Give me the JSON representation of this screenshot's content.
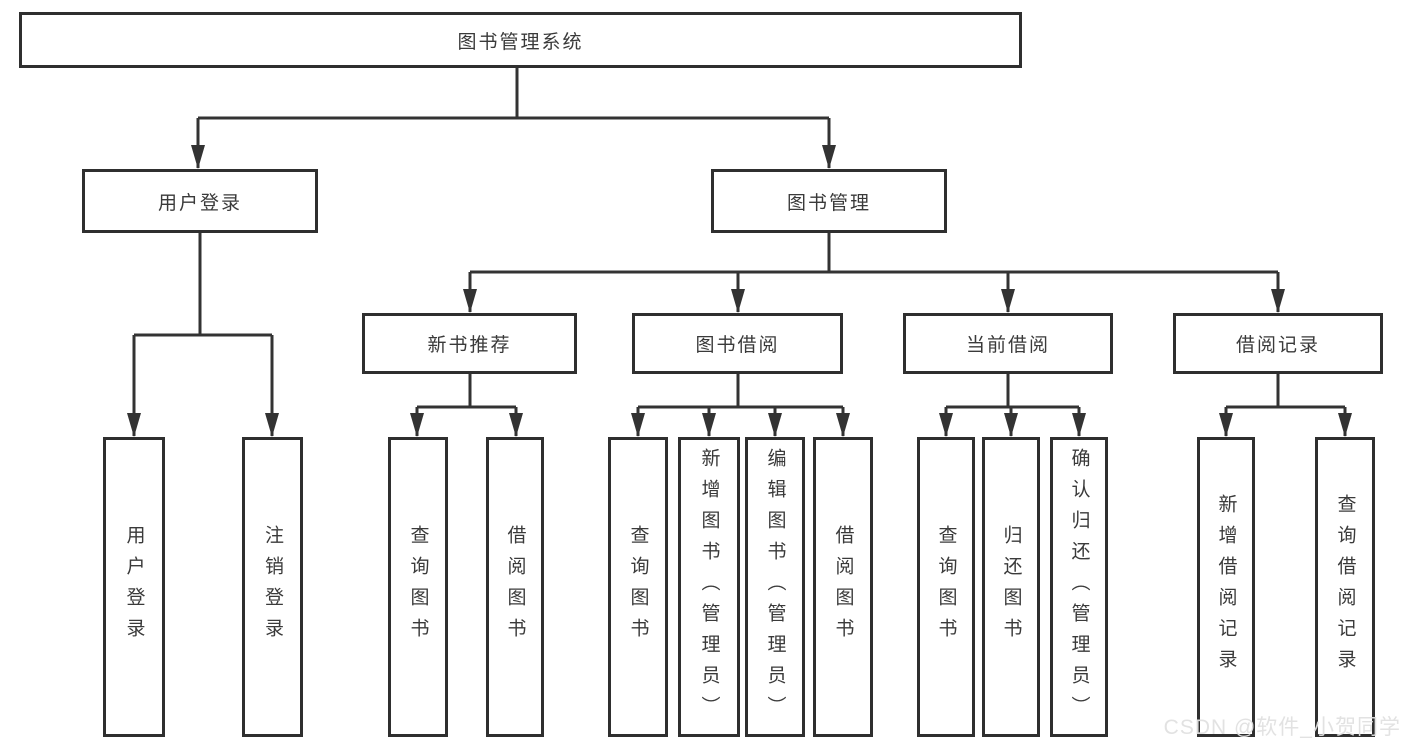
{
  "watermark": "CSDN @软件_小贺同学",
  "tree": {
    "root": {
      "label": "图书管理系统"
    },
    "branches": [
      {
        "label": "用户登录",
        "children": [
          {
            "label": "用户登录"
          },
          {
            "label": "注销登录"
          }
        ]
      },
      {
        "label": "图书管理",
        "children": [
          {
            "label": "新书推荐",
            "children": [
              {
                "label": "查询图书"
              },
              {
                "label": "借阅图书"
              }
            ]
          },
          {
            "label": "图书借阅",
            "children": [
              {
                "label": "查询图书"
              },
              {
                "label": "新增图书（管理员）"
              },
              {
                "label": "编辑图书（管理员）"
              },
              {
                "label": "借阅图书"
              }
            ]
          },
          {
            "label": "当前借阅",
            "children": [
              {
                "label": "查询图书"
              },
              {
                "label": "归还图书"
              },
              {
                "label": "确认归还（管理员）"
              }
            ]
          },
          {
            "label": "借阅记录",
            "children": [
              {
                "label": "新增借阅记录"
              },
              {
                "label": "查询借阅记录"
              }
            ]
          }
        ]
      }
    ]
  }
}
